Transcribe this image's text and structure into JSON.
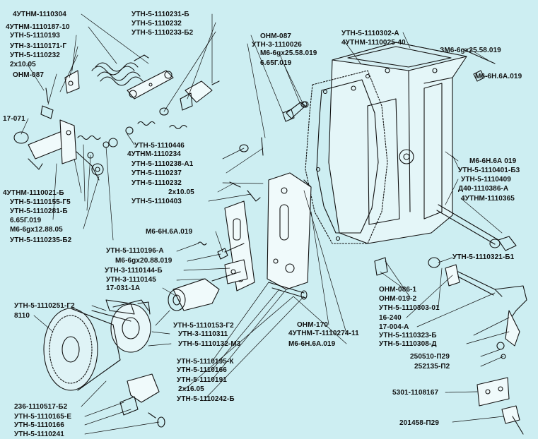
{
  "colors": {
    "background": "#cdeef2",
    "ink": "#111111"
  },
  "labels": {
    "l_4utnm_1110304": "4УТНМ-1110304",
    "l_4utnm_1110187_10": "4УТНМ-1110187-10",
    "l_utn5_1110193": "УТН-5-1110193",
    "l_utn3_1110171_g": "УТН-3-1110171-Г",
    "l_utn5_1110232_a": "УТН-5-1110232",
    "l_2x10_05_a": "2x10.05",
    "l_onm_087_a": "ОНМ-087",
    "l_17_071": "17-071",
    "l_4utnm_1110021_b": "4УТНМ-1110021-Б",
    "l_utn5_1110155_g5": "УТН-5-1110155-Г5",
    "l_utn5_1110281_b": "УТН-5-1110281-Б",
    "l_6_65g_019_a": "6.65Г.019",
    "l_m6_6gx12": "М6-6gx12.88.05",
    "l_utn5_1110235_b2": "УТН-5-1110235-Б2",
    "l_utn5_1110231_b": "УТН-5-1110231-Б",
    "l_utn5_1110232_b": "УТН-5-1110232",
    "l_utn5_1110233_b2": "УТН-5-1110233-Б2",
    "l_onm_087_b": "ОНМ-087",
    "l_utn3_1110026": "УТН-3-1110026",
    "l_m6_6gx25": "М6-6gx25.58.019",
    "l_6_65g_019_b": "6.65Г.019",
    "l_utn5_1110302_a": "УТН-5-1110302-А",
    "l_4utnm_1110025_40": "4УТНМ-1110025-40",
    "l_3m6_6gx25": "ЗМ6-6gx25.58.019",
    "l_m6_6n_a": "М6-6Н.6А.019",
    "l_utn5_1110446": "УТН-5-1110446",
    "l_4utnm_1110234": "4УТНМ-1110234",
    "l_utn5_1110238_a1": "УТН-5-1110238-А1",
    "l_utn5_1110237": "УТН-5-1110237",
    "l_utn5_1110232_c": "УТН-5-1110232",
    "l_2x10_05_b": "2x10.05",
    "l_utn5_1110403": "УТН-5-1110403",
    "l_m6_6n_b": "М6-6Н.6А 019",
    "l_utn5_1110401_b3": "УТН-5-1110401-Б3",
    "l_utn5_1110409": "УТН-5-1110409",
    "l_d40_1110386": "Д40-1110386-А",
    "l_4utnm_1110365": "4УТНМ-1110365",
    "l_m6_6n_c": "М6-6Н.6А.019",
    "l_utn5_1110196_a": "УТН-5-1110196-А",
    "l_m6_6gx20": "М6-6gx20.88.019",
    "l_utn3_1110144_b": "УТН-3-1110144-Б",
    "l_utn3_1110145": "УТН-3-1110145",
    "l_17_031_1a": "17-031-1А",
    "l_utn5_1110321_b1": "УТН-5-1110321-Б1",
    "l_onm_086_1": "ОНМ-086-1",
    "l_onm_019_2": "ОНМ-019-2",
    "l_utn5_1110303_01": "УТН-5-1110303-01",
    "l_16_240": "16-240",
    "l_17_004_a": "17-004-А",
    "l_onm_170": "ОНМ-170",
    "l_4utnm_t": "4УТНМ-Т-1110274-11",
    "l_utn5_1110323_b": "УТН-5-1110323-Б",
    "l_m6_6n_d": "М6-6Н.6А.019",
    "l_utn5_1110308_d": "УТН-5-1110308-Д",
    "l_utn5_1110251_g2": "УТН-5-1110251-Г2",
    "l_8110": "8110",
    "l_utn5_1110153_g2": "УТН-5-1110153-Г2",
    "l_utn3_1110311": "УТН-3-1110311",
    "l_utn5_1110132_m3": "УТН-5-1110132-М3",
    "l_250510": "250510-П29",
    "l_252135": "252135-П2",
    "l_utn5_1110195_k": "УТН-5-1110195-К",
    "l_utn5_1110166_a": "УТН-5-1110166",
    "l_utn5_1110191": "УТН-5-1110191",
    "l_2x16_05": "2x16.05",
    "l_utn5_1110242_b": "УТН-5-1110242-Б",
    "l_5301": "5301-1108167",
    "l_236": "236-1110517-Б2",
    "l_utn5_1110165_e": "УТН-5-1110165-Е",
    "l_utn5_1110166_b": "УТН-5-1110166",
    "l_utn5_1110241": "УТН-5-1110241",
    "l_201458": "201458-П29"
  }
}
